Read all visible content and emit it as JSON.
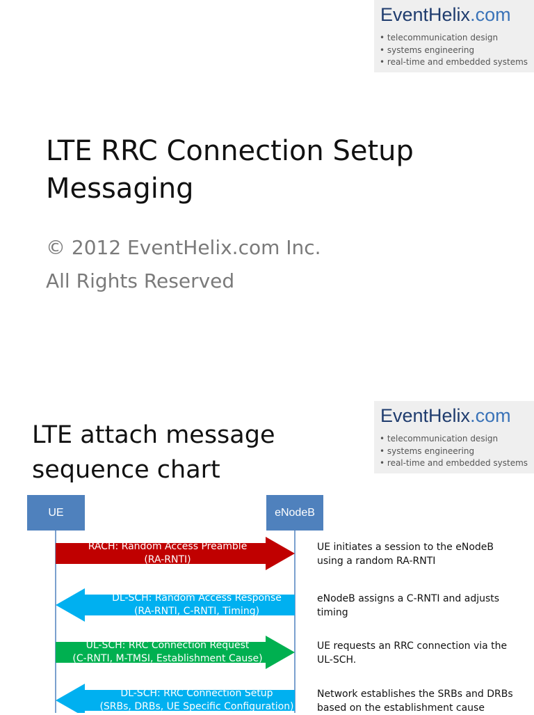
{
  "logo": {
    "brand_event": "Event",
    "brand_helix": "Helix",
    "brand_com": ".com",
    "lines": [
      "• telecommunication design",
      "• systems engineering",
      "• real-time and embedded systems"
    ]
  },
  "slide1": {
    "title_line1": "LTE RRC Connection Setup",
    "title_line2": "Messaging",
    "copyright_line1": "© 2012 EventHelix.com Inc.",
    "copyright_line2": "All Rights Reserved"
  },
  "slide2": {
    "title_line1": "LTE attach message",
    "title_line2": "sequence chart",
    "entities": {
      "left": "UE",
      "right": "eNodeB"
    },
    "messages": [
      {
        "line1": "RACH: Random Access Preamble",
        "line2": "(RA-RNTI)",
        "direction": "right",
        "color": "#c00000",
        "note_line1": "UE initiates a session to the eNodeB",
        "note_line2": "using a random RA-RNTI"
      },
      {
        "line1": "DL-SCH: Random Access Response",
        "line2": "(RA-RNTI, C-RNTI, Timing)",
        "direction": "left",
        "color": "#00b0f0",
        "note_line1": "eNodeB assigns a C-RNTI and adjusts",
        "note_line2": "timing"
      },
      {
        "line1": "UL-SCH: RRC Connection Request",
        "line2": "(C-RNTI, M-TMSI, Establishment Cause)",
        "direction": "right",
        "color": "#00b050",
        "note_line1": "UE requests an RRC connection via the",
        "note_line2": "UL-SCH."
      },
      {
        "line1": "DL-SCH: RRC Connection Setup",
        "line2": "(SRBs, DRBs, UE Specific Configuration)",
        "direction": "left",
        "color": "#00b0f0",
        "note_line1": "Network establishes the SRBs and DRBs",
        "note_line2": "based on the establishment cause"
      }
    ]
  }
}
